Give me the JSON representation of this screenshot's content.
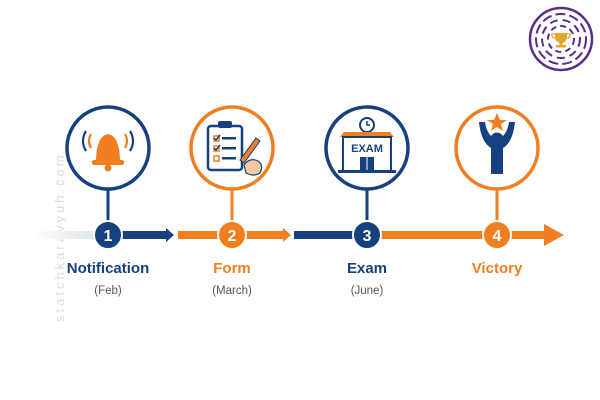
{
  "watermark": "statchkaravyuh.com",
  "logo_icon": "trophy-maze-icon",
  "colors": {
    "blue": "#16417e",
    "orange": "#f07f22",
    "purple": "#5b2d86"
  },
  "steps": [
    {
      "number": "1",
      "label": "Notification",
      "sub": "(Feb)",
      "icon": "bell-icon",
      "color": "blue"
    },
    {
      "number": "2",
      "label": "Form",
      "sub": "(March)",
      "icon": "clipboard-form-icon",
      "color": "orange"
    },
    {
      "number": "3",
      "label": "Exam",
      "sub": "(June)",
      "icon": "exam-building-icon",
      "color": "blue",
      "sign": "EXAM"
    },
    {
      "number": "4",
      "label": "Victory",
      "sub": "",
      "icon": "victory-person-icon",
      "color": "orange"
    }
  ]
}
